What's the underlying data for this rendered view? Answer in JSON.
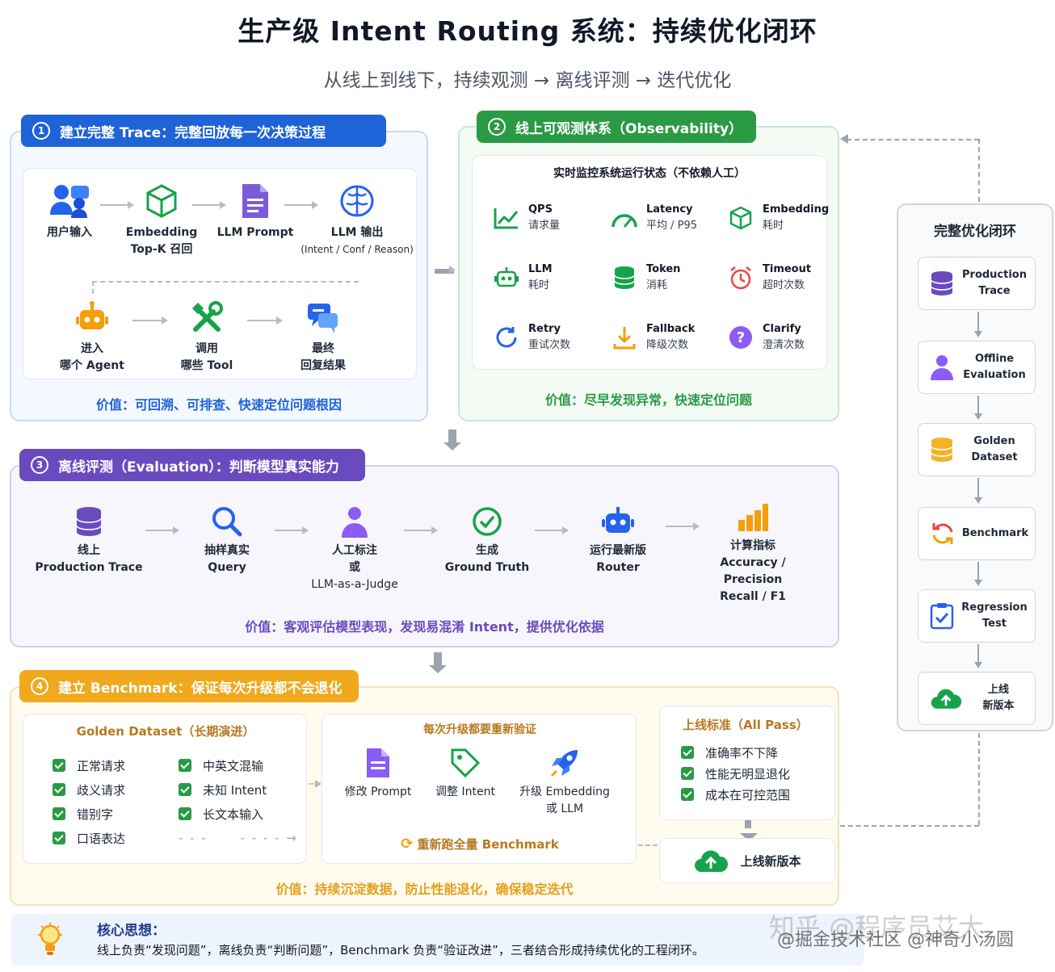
{
  "title": "生产级 Intent Routing 系统：持续优化闭环",
  "subtitle": "从线上到线下，持续观测 → 离线评测 → 迭代优化",
  "section1": {
    "number": "1",
    "header": "建立完整 Trace：完整回放每一次决策过程",
    "row1": [
      {
        "l1": "用户输入",
        "l2": ""
      },
      {
        "l1": "Embedding",
        "l2": "Top-K 召回"
      },
      {
        "l1": "LLM Prompt",
        "l2": ""
      },
      {
        "l1": "LLM 输出",
        "l2": "(Intent / Conf / Reason)"
      }
    ],
    "row2": [
      {
        "l1": "进入",
        "l2": "哪个 Agent"
      },
      {
        "l1": "调用",
        "l2": "哪些 Tool"
      },
      {
        "l1": "最终",
        "l2": "回复结果"
      }
    ],
    "value": "价值：可回溯、可排查、快速定位问题根因"
  },
  "section2": {
    "number": "2",
    "header": "线上可观测体系（Observability）",
    "panel_title": "实时监控系统运行状态（不依赖人工）",
    "metrics": [
      {
        "l1": "QPS",
        "l2": "请求量",
        "icon": "line-chart-icon"
      },
      {
        "l1": "Latency",
        "l2": "平均 / P95",
        "icon": "gauge-icon"
      },
      {
        "l1": "Embedding",
        "l2": "耗时",
        "icon": "cube-icon"
      },
      {
        "l1": "LLM",
        "l2": "耗时",
        "icon": "robot-icon"
      },
      {
        "l1": "Token",
        "l2": "消耗",
        "icon": "database-icon"
      },
      {
        "l1": "Timeout",
        "l2": "超时次数",
        "icon": "alarm-icon"
      },
      {
        "l1": "Retry",
        "l2": "重试次数",
        "icon": "refresh-icon"
      },
      {
        "l1": "Fallback",
        "l2": "降级次数",
        "icon": "download-icon"
      },
      {
        "l1": "Clarify",
        "l2": "澄清次数",
        "icon": "question-icon"
      }
    ],
    "value": "价值：尽早发现异常，快速定位问题"
  },
  "section3": {
    "number": "3",
    "header": "离线评测（Evaluation）：判断模型真实能力",
    "steps": [
      {
        "l1": "线上",
        "l2": "Production Trace",
        "l3": ""
      },
      {
        "l1": "抽样真实",
        "l2": "Query",
        "l3": ""
      },
      {
        "l1": "人工标注",
        "l2": "或",
        "l3": "LLM-as-a-Judge"
      },
      {
        "l1": "生成",
        "l2": "Ground Truth",
        "l3": ""
      },
      {
        "l1": "运行最新版",
        "l2": "Router",
        "l3": ""
      },
      {
        "l1": "计算指标",
        "l2": "Accuracy / Precision",
        "l3": "Recall / F1"
      }
    ],
    "value": "价值：客观评估模型表现，发现易混淆 Intent，提供优化依据"
  },
  "section4": {
    "number": "4",
    "header": "建立 Benchmark：保证每次升级都不会退化",
    "golden": {
      "title": "Golden Dataset（长期演进）",
      "left": [
        "正常请求",
        "歧义请求",
        "错别字",
        "口语表达"
      ],
      "right": [
        "中英文混输",
        "未知 Intent",
        "长文本输入"
      ]
    },
    "upgrade": {
      "title": "每次升级都要重新验证",
      "items": [
        {
          "l1": "修改 Prompt",
          "l2": ""
        },
        {
          "l1": "调整 Intent",
          "l2": ""
        },
        {
          "l1": "升级 Embedding",
          "l2": "或 LLM"
        }
      ],
      "rerun": "重新跑全量 Benchmark"
    },
    "criteria": {
      "title": "上线标准（All Pass）",
      "items": [
        "准确率不下降",
        "性能无明显退化",
        "成本在可控范围"
      ]
    },
    "release": "上线新版本",
    "value": "价值：持续沉淀数据，防止性能退化，确保稳定迭代"
  },
  "loop": {
    "title": "完整优化闭环",
    "items": [
      {
        "l1": "Production",
        "l2": "Trace"
      },
      {
        "l1": "Offline",
        "l2": "Evaluation"
      },
      {
        "l1": "Golden",
        "l2": "Dataset"
      },
      {
        "l1": "Benchmark",
        "l2": ""
      },
      {
        "l1": "Regression",
        "l2": "Test"
      },
      {
        "l1": "上线",
        "l2": "新版本"
      }
    ]
  },
  "core": {
    "title": "核心思想：",
    "text": "线上负责“发现问题”，离线负责“判断问题”，Benchmark 负责“验证改进”，三者结合形成持续优化的工程闭环。"
  },
  "watermark": "知乎 @程序员艾大",
  "watermark2": "@掘金技术社区 @神奇小汤圆",
  "colors": {
    "blue": "#1e63d8",
    "green": "#2a9a45",
    "purple": "#6a4bbf",
    "orange": "#f0a81c"
  }
}
